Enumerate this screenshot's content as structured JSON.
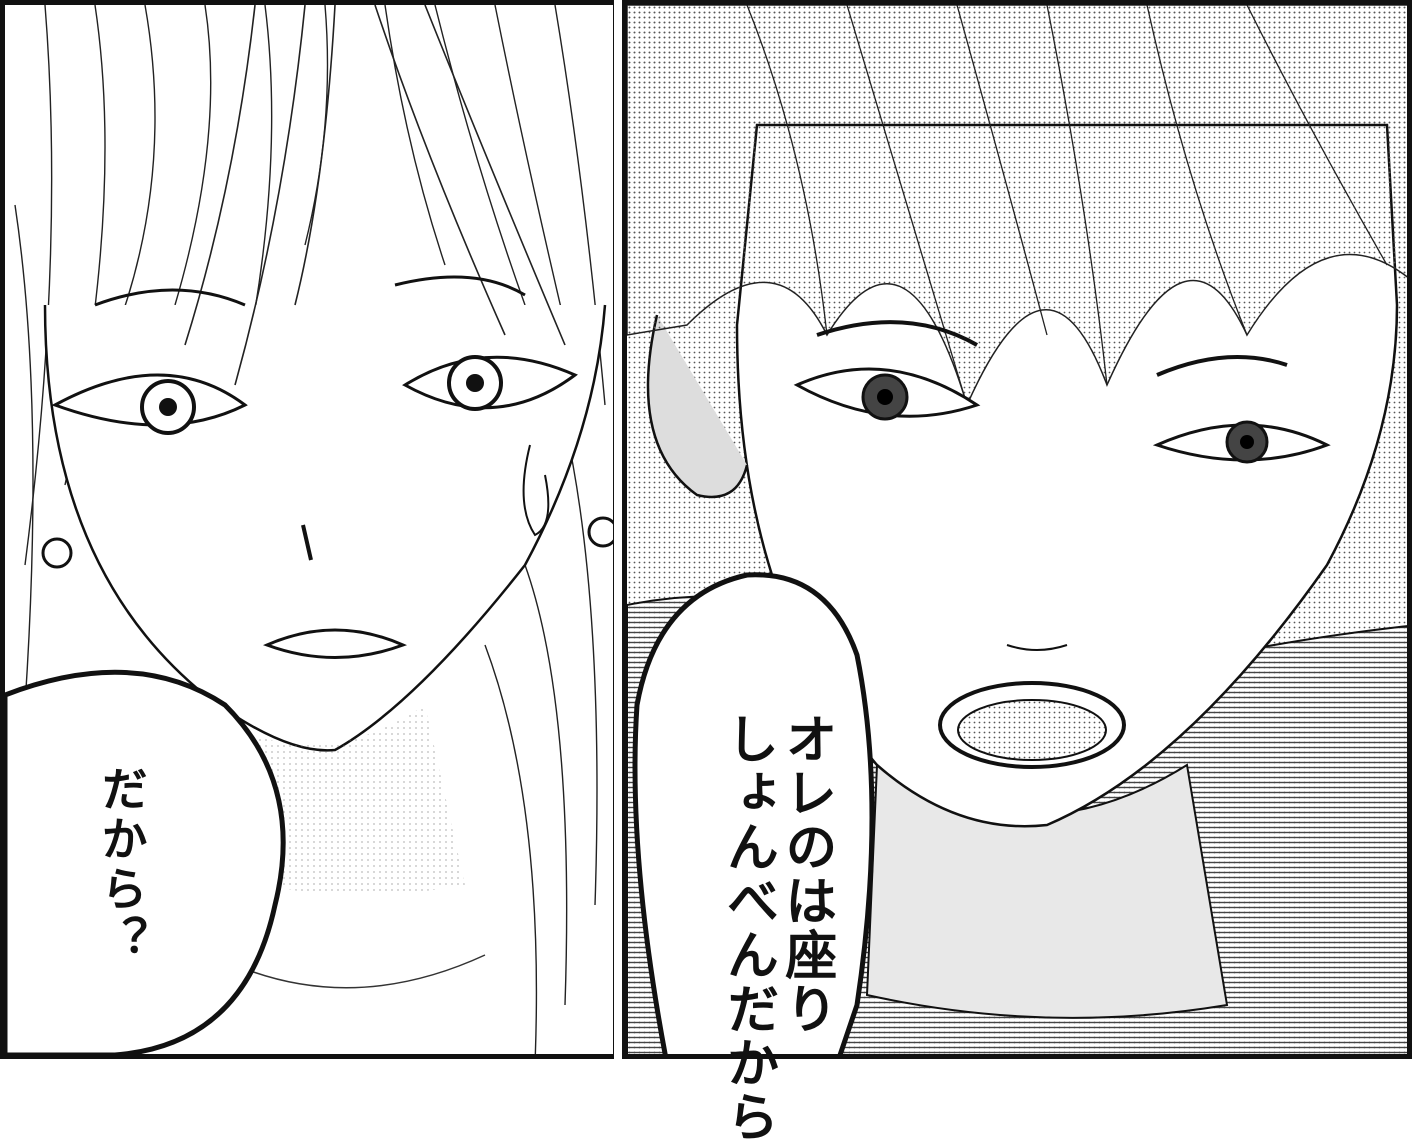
{
  "panels": [
    {
      "id": "left",
      "character": "woman",
      "bubble": {
        "text": "だから？"
      }
    },
    {
      "id": "right",
      "character": "man",
      "bubble": {
        "lines": [
          "オレのは座り",
          "しょんべんだから"
        ]
      }
    }
  ],
  "colors": {
    "ink": "#111111",
    "paper": "#ffffff",
    "screentone": "#bdbdbd"
  }
}
